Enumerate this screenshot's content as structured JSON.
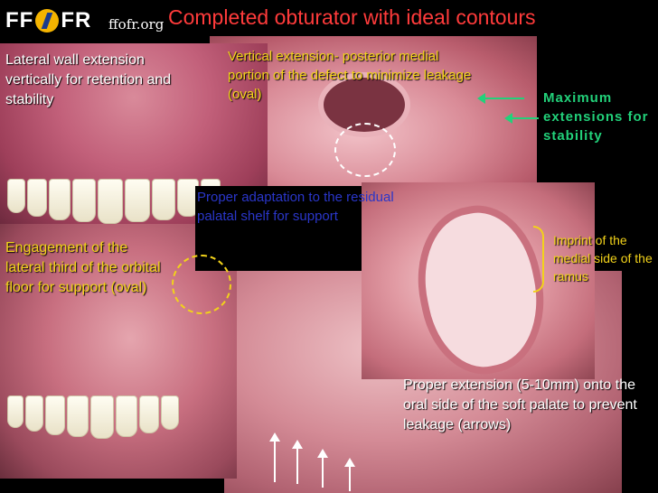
{
  "header": {
    "logo_text": "FFOFR",
    "site": "ffofr.org",
    "title": "Completed obturator with ideal contours"
  },
  "annotations": {
    "lateral_wall": "Lateral wall extension vertically for retention and stability",
    "vertical_ext": "Vertical extension- posterior medial portion of the defect to minimize leakage (oval)",
    "maximum_ext": "Maximum extensions for stability",
    "adaptation": "Proper adaptation to the residual palatal shelf for support",
    "engagement": "Engagement of the lateral third of the orbital floor for support (oval)",
    "imprint": "Imprint of the medial side of the ramus",
    "proper_ext": "Proper extension (5-10mm) onto the oral side of the soft palate to prevent leakage (arrows)"
  },
  "colors": {
    "title": "#ff3b3b",
    "yellow_label": "#f2d21a",
    "blue_label": "#2a36c9",
    "green_label": "#22d17a"
  }
}
